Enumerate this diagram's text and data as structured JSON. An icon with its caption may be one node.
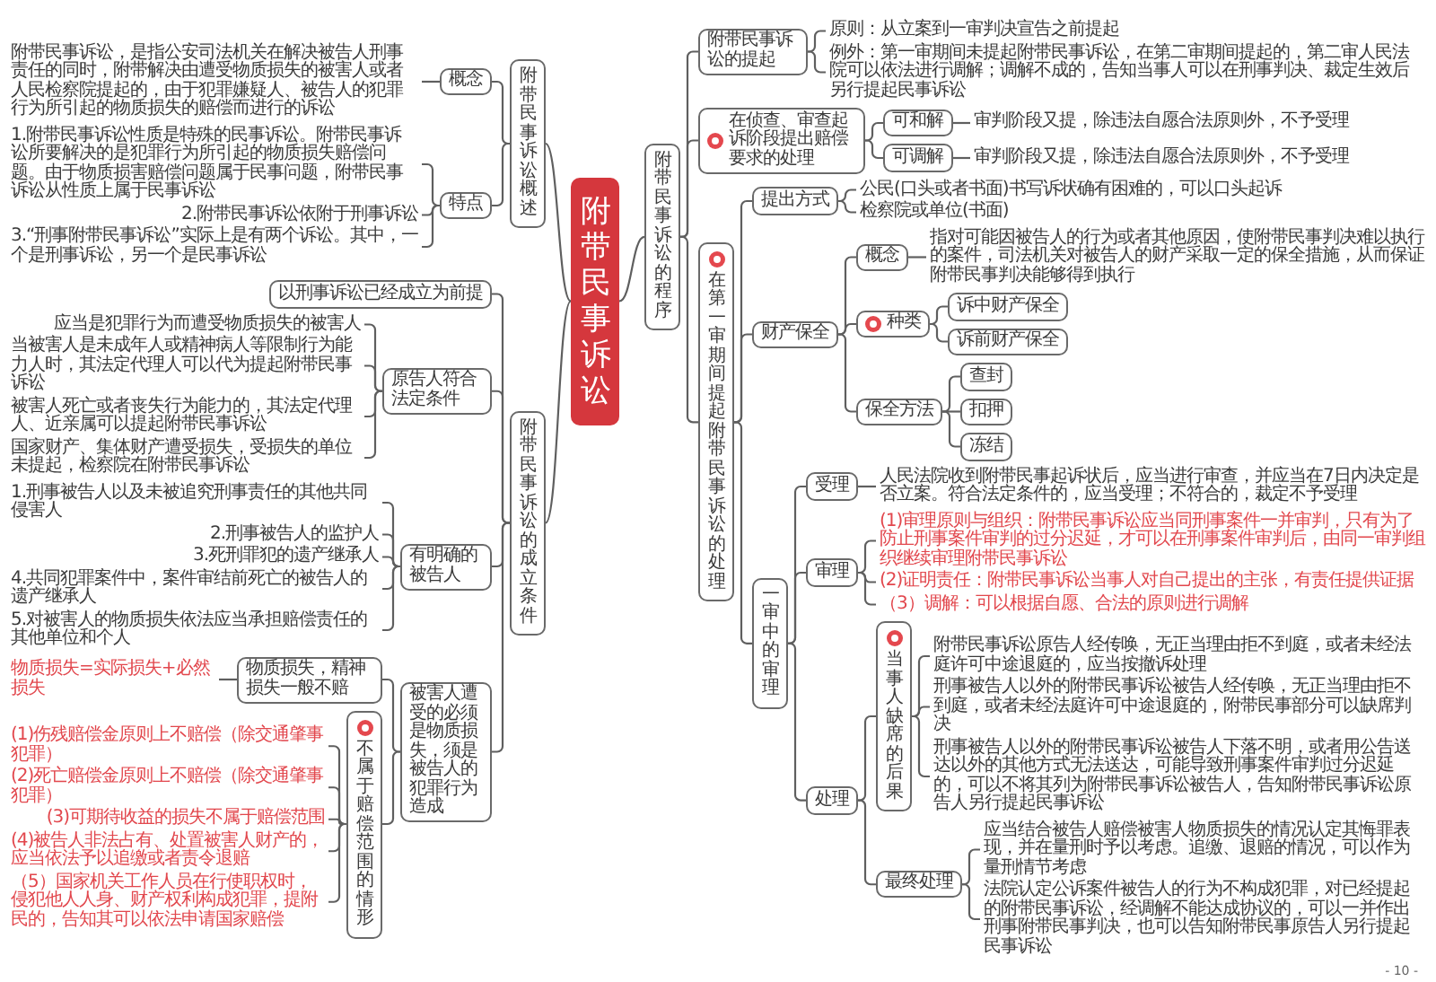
{
  "diagram": {
    "nodes": [
      {
        "text": [
          "附带民事诉讼"
        ]
      },
      {
        "text": [
          "附带民事诉讼概述"
        ]
      },
      {
        "text": [
          "概念"
        ]
      },
      {
        "text": [
          "附带民事诉讼，是指公安司法机关在解决被告人刑事责任的同时，附带解决由遭受物质损失的被害人或者人民检察院提起的，由于犯罪嫌疑人、被告人的犯罪行为所引起的物质损失的赔偿而进行的诉讼"
        ]
      },
      {
        "text": [
          "特点"
        ]
      },
      {
        "text": [
          "1.附带民事诉讼性质是特殊的民事诉讼。附带民事诉讼所要解决的是犯罪行为所引起的物质损失赔偿问题。由于物质损害赔偿问题属于民事问题，附带民事诉讼从性质上属于民事诉讼"
        ]
      },
      {
        "text": [
          "2.附带民事诉讼依附于刑事诉讼"
        ]
      },
      {
        "text": [
          "3.“刑事附带民事诉讼”实际上是有两个诉讼。其中，一个是刑事诉讼，另一个是民事诉讼"
        ]
      },
      {
        "text": [
          "附带民事诉讼的成立条件"
        ]
      },
      {
        "text": [
          "以刑事诉讼已经成立为前提"
        ]
      },
      {
        "text": [
          "原告人符合法定条件"
        ]
      },
      {
        "text": [
          "应当是犯罪行为而遭受物质损失的被害人"
        ]
      },
      {
        "text": [
          "当被害人是未成年人或精神病人等限制行为能力人时，其法定代理人可以代为提起附带民事诉讼"
        ]
      },
      {
        "text": [
          "被害人死亡或者丧失行为能力的，其法定代理人、近亲属可以提起附带民事诉讼"
        ]
      },
      {
        "text": [
          "国家财产、集体财产遭受损失，受损失的单位未提起，检察院在附带民事诉讼"
        ]
      },
      {
        "text": [
          "有明确的被告人"
        ]
      },
      {
        "text": [
          "1.刑事被告人以及未被追究刑事责任的其他共同侵害人"
        ]
      },
      {
        "text": [
          "2.刑事被告人的监护人"
        ]
      },
      {
        "text": [
          "3.死刑罪犯的遗产继承人"
        ]
      },
      {
        "text": [
          "4.共同犯罪案件中，案件审结前死亡的被告人的遗产继承人"
        ]
      },
      {
        "text": [
          "5.对被害人的物质损失依法应当承担赔偿责任的其他单位和个人"
        ]
      },
      {
        "text": [
          "被害人遭受的必须是物质损失，须是被告人的犯罪行为造成"
        ]
      },
      {
        "text": [
          "物质损失，精神损失一般不赔"
        ]
      },
      {
        "text": [
          "物质损失=实际损失+必然损失"
        ]
      },
      {
        "text": [
          "不属于赔偿范围的情形"
        ]
      },
      {
        "text": [
          "(1)伤残赔偿金原则上不赔偿（除交通肇事犯罪）"
        ]
      },
      {
        "text": [
          "(2)死亡赔偿金原则上不赔偿（除交通肇事犯罪）"
        ]
      },
      {
        "text": [
          "(3)可期待收益的损失不属于赔偿范围"
        ]
      },
      {
        "text": [
          "(4)被告人非法占有、处置被害人财产的，应当依法予以追缴或者责令退赔"
        ]
      },
      {
        "text": [
          "（5）国家机关工作人员在行使职权时，侵犯他人人身、财产权利构成犯罪，提附民的，告知其可以依法申请国家赔偿"
        ]
      },
      {
        "text": [
          "附带民事诉讼的程序"
        ]
      },
      {
        "text": [
          "附带民事诉讼的提起"
        ]
      },
      {
        "text": [
          "原则：从立案到一审判决宣告之前提起"
        ]
      },
      {
        "text": [
          "例外：第一审期间未提起附带民事诉讼，在第二审期间提起的，第二审人民法院可以依法进行调解；调解不成的，告知当事人可以在刑事判决、裁定生效后另行提起民事诉讼"
        ]
      },
      {
        "text": [
          "在侦查、审查起诉阶段提出赔偿要求的处理"
        ]
      },
      {
        "text": [
          "可和解"
        ]
      },
      {
        "text": [
          "审判阶段又提，除违法自愿合法原则外，不予受理"
        ]
      },
      {
        "text": [
          "可调解"
        ]
      },
      {
        "text": [
          "审判阶段又提，除违法自愿合法原则外，不予受理"
        ]
      },
      {
        "text": [
          "在第一审期间提起附带民事诉讼的处理"
        ]
      },
      {
        "text": [
          "提出方式"
        ]
      },
      {
        "text": [
          "公民(口头或者书面)书写诉状确有困难的，可以口头起诉"
        ]
      },
      {
        "text": [
          "检察院或单位(书面)"
        ]
      },
      {
        "text": [
          "财产保全"
        ]
      },
      {
        "text": [
          "概念"
        ]
      },
      {
        "text": [
          "指对可能因被告人的行为或者其他原因，使附带民事判决难以执行的案件，司法机关对被告人的财产采取一定的保全措施，从而保证附带民事判决能够得到执行"
        ]
      },
      {
        "text": [
          "种类"
        ]
      },
      {
        "text": [
          "诉中财产保全"
        ]
      },
      {
        "text": [
          "诉前财产保全"
        ]
      },
      {
        "text": [
          "保全方法"
        ]
      },
      {
        "text": [
          "查封"
        ]
      },
      {
        "text": [
          "扣押"
        ]
      },
      {
        "text": [
          "冻结"
        ]
      },
      {
        "text": [
          "一审中的审理"
        ]
      },
      {
        "text": [
          "受理"
        ]
      },
      {
        "text": [
          "人民法院收到附带民事起诉状后，应当进行审查，并应当在7日内决定是否立案。符合法定条件的，应当受理；不符合的，裁定不予受理"
        ]
      },
      {
        "text": [
          "审理"
        ]
      },
      {
        "text": [
          "(1)审理原则与组织：附带民事诉讼应当同刑事案件一并审判，只有为了防止刑事案件审判的过分迟延，才可以在刑事案件审判后，由同一审判组织继续审理附带民事诉讼"
        ]
      },
      {
        "text": [
          "(2)证明责任：附带民事诉讼当事人对自己提出的主张，有责任提供证据"
        ]
      },
      {
        "text": [
          "（3）调解：可以根据自愿、合法的原则进行调解"
        ]
      },
      {
        "text": [
          "处理"
        ]
      },
      {
        "text": [
          "当事人缺席的后果"
        ]
      },
      {
        "text": [
          "附带民事诉讼原告人经传唤，无正当理由拒不到庭，或者未经法庭许可中途退庭的，应当按撤诉处理"
        ]
      },
      {
        "text": [
          "刑事被告人以外的附带民事诉讼被告人经传唤，无正当理由拒不到庭，或者未经法庭许可中途退庭的，附带民事部分可以缺席判决"
        ]
      },
      {
        "text": [
          "刑事被告人以外的附带民事诉讼被告人下落不明，或者用公告送达以外的其他方式无法送达，可能导致刑事案件审判过分迟延的，可以不将其列为附带民事诉讼被告人，告知附带民事诉讼原告人另行提起民事诉讼"
        ]
      },
      {
        "text": [
          "最终处理"
        ]
      },
      {
        "text": [
          "应当结合被告人赔偿被害人物质损失的情况认定其悔罪表现，并在量刑时予以考虑。追缴、退赔的情况，可以作为量刑情节考虑"
        ]
      },
      {
        "text": [
          "法院认定公诉案件被告人的行为不构成犯罪，对已经提起的附带民事诉讼，经调解不能达成协议的，可以一并作出刑事附带民事判决，也可以告知附带民事原告人另行提起民事诉讼"
        ]
      }
    ],
    "edges": [
      {
        "from": 0,
        "to": 1,
        "arrow": "none"
      },
      {
        "from": 1,
        "to": 2,
        "arrow": "none"
      },
      {
        "from": 2,
        "to": 3,
        "arrow": "none"
      },
      {
        "from": 1,
        "to": 4,
        "arrow": "none"
      },
      {
        "from": 4,
        "to": 5,
        "arrow": "none"
      },
      {
        "from": 4,
        "to": 6,
        "arrow": "none"
      },
      {
        "from": 4,
        "to": 7,
        "arrow": "none"
      },
      {
        "from": 0,
        "to": 8,
        "arrow": "none"
      },
      {
        "from": 8,
        "to": 9,
        "arrow": "none"
      },
      {
        "from": 8,
        "to": 10,
        "arrow": "none"
      },
      {
        "from": 10,
        "to": 11,
        "arrow": "none"
      },
      {
        "from": 10,
        "to": 12,
        "arrow": "none"
      },
      {
        "from": 10,
        "to": 13,
        "arrow": "none"
      },
      {
        "from": 10,
        "to": 14,
        "arrow": "none"
      },
      {
        "from": 8,
        "to": 15,
        "arrow": "none"
      },
      {
        "from": 15,
        "to": 16,
        "arrow": "none"
      },
      {
        "from": 15,
        "to": 17,
        "arrow": "none"
      },
      {
        "from": 15,
        "to": 18,
        "arrow": "none"
      },
      {
        "from": 15,
        "to": 19,
        "arrow": "none"
      },
      {
        "from": 15,
        "to": 20,
        "arrow": "none"
      },
      {
        "from": 8,
        "to": 21,
        "arrow": "none"
      },
      {
        "from": 21,
        "to": 22,
        "arrow": "none"
      },
      {
        "from": 22,
        "to": 23,
        "arrow": "none"
      },
      {
        "from": 21,
        "to": 24,
        "arrow": "none"
      },
      {
        "from": 24,
        "to": 25,
        "arrow": "none"
      },
      {
        "from": 24,
        "to": 26,
        "arrow": "none"
      },
      {
        "from": 24,
        "to": 27,
        "arrow": "none"
      },
      {
        "from": 24,
        "to": 28,
        "arrow": "none"
      },
      {
        "from": 24,
        "to": 29,
        "arrow": "none"
      },
      {
        "from": 0,
        "to": 30,
        "arrow": "none"
      },
      {
        "from": 30,
        "to": 31,
        "arrow": "none"
      },
      {
        "from": 31,
        "to": 32,
        "arrow": "none"
      },
      {
        "from": 31,
        "to": 33,
        "arrow": "none"
      },
      {
        "from": 30,
        "to": 34,
        "arrow": "none"
      },
      {
        "from": 34,
        "to": 35,
        "arrow": "none"
      },
      {
        "from": 35,
        "to": 36,
        "arrow": "none"
      },
      {
        "from": 34,
        "to": 37,
        "arrow": "none"
      },
      {
        "from": 37,
        "to": 38,
        "arrow": "none"
      },
      {
        "from": 30,
        "to": 39,
        "arrow": "none"
      },
      {
        "from": 39,
        "to": 40,
        "arrow": "none"
      },
      {
        "from": 40,
        "to": 41,
        "arrow": "none"
      },
      {
        "from": 40,
        "to": 42,
        "arrow": "none"
      },
      {
        "from": 39,
        "to": 43,
        "arrow": "none"
      },
      {
        "from": 43,
        "to": 44,
        "arrow": "none"
      },
      {
        "from": 44,
        "to": 45,
        "arrow": "none"
      },
      {
        "from": 43,
        "to": 46,
        "arrow": "none"
      },
      {
        "from": 46,
        "to": 47,
        "arrow": "none"
      },
      {
        "from": 46,
        "to": 48,
        "arrow": "none"
      },
      {
        "from": 43,
        "to": 49,
        "arrow": "none"
      },
      {
        "from": 49,
        "to": 50,
        "arrow": "none"
      },
      {
        "from": 49,
        "to": 51,
        "arrow": "none"
      },
      {
        "from": 49,
        "to": 52,
        "arrow": "none"
      },
      {
        "from": 39,
        "to": 53,
        "arrow": "none"
      },
      {
        "from": 53,
        "to": 54,
        "arrow": "none"
      },
      {
        "from": 54,
        "to": 55,
        "arrow": "none"
      },
      {
        "from": 53,
        "to": 56,
        "arrow": "none"
      },
      {
        "from": 56,
        "to": 57,
        "arrow": "none"
      },
      {
        "from": 56,
        "to": 58,
        "arrow": "none"
      },
      {
        "from": 56,
        "to": 59,
        "arrow": "none"
      },
      {
        "from": 53,
        "to": 60,
        "arrow": "none"
      },
      {
        "from": 60,
        "to": 61,
        "arrow": "none"
      },
      {
        "from": 61,
        "to": 62,
        "arrow": "none"
      },
      {
        "from": 61,
        "to": 63,
        "arrow": "none"
      },
      {
        "from": 61,
        "to": 64,
        "arrow": "none"
      },
      {
        "from": 60,
        "to": 65,
        "arrow": "none"
      },
      {
        "from": 65,
        "to": 66,
        "arrow": "none"
      },
      {
        "from": 65,
        "to": 67,
        "arrow": "none"
      }
    ],
    "labels": [
      "- 10 -"
    ]
  }
}
